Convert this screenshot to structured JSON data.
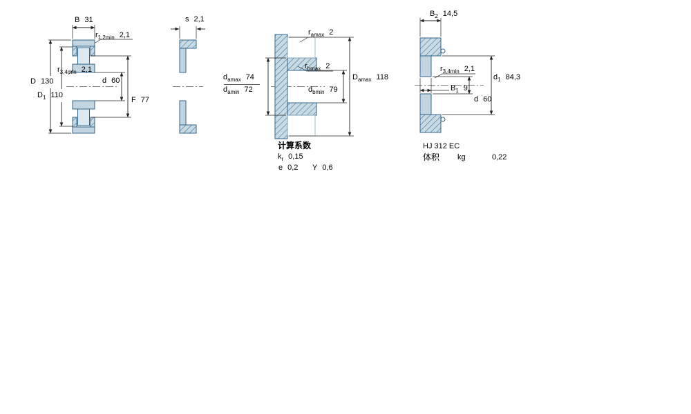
{
  "drawing": {
    "colors": {
      "ring_fill": "#c2d5e0",
      "ring_stroke": "#336488",
      "roller_fill": "#dde9f0",
      "dimension_line": "#222222",
      "background": "#ffffff"
    },
    "view1": {
      "B": {
        "sym": "B",
        "sub": "",
        "val": "31"
      },
      "r12": {
        "sym": "r",
        "sub": "1,2min",
        "val": "2,1"
      },
      "r34": {
        "sym": "r",
        "sub": "3,4min",
        "val": "2,1"
      },
      "D": {
        "sym": "D",
        "sub": "",
        "val": "130"
      },
      "D1": {
        "sym": "D",
        "sub": "1",
        "val": "110"
      },
      "d": {
        "sym": "d",
        "sub": "",
        "val": "60"
      },
      "F": {
        "sym": "F",
        "sub": "",
        "val": "77"
      }
    },
    "view2": {
      "s": {
        "sym": "s",
        "sub": "",
        "val": "2,1"
      }
    },
    "view3": {
      "ra": {
        "sym": "r",
        "sub": "amax",
        "val": "2"
      },
      "rb": {
        "sym": "r",
        "sub": "bmax",
        "val": "2"
      },
      "damax": {
        "sym": "d",
        "sub": "amax",
        "val": "74"
      },
      "damin": {
        "sym": "d",
        "sub": "amin",
        "val": "72"
      },
      "Damax": {
        "sym": "D",
        "sub": "amax",
        "val": "118"
      },
      "dbmin": {
        "sym": "d",
        "sub": "bmin",
        "val": "79"
      }
    },
    "view4": {
      "B2": {
        "sym": "B",
        "sub": "2",
        "val": "14,5"
      },
      "r34": {
        "sym": "r",
        "sub": "3,4min",
        "val": "2,1"
      },
      "B1": {
        "sym": "B",
        "sub": "1",
        "val": "9"
      },
      "d1": {
        "sym": "d",
        "sub": "1",
        "val": "84,3"
      },
      "d": {
        "sym": "d",
        "sub": "",
        "val": "60"
      }
    },
    "calc": {
      "heading": "计算系数",
      "kr": {
        "sym": "k",
        "sub": "r",
        "val": "0,15"
      },
      "e": {
        "sym": "e",
        "sub": "",
        "val": "0,2"
      },
      "y": {
        "sym": "Y",
        "sub": "",
        "val": "0,6"
      }
    },
    "product": {
      "designation": "HJ 312 EC",
      "volume_label": "体积",
      "unit": "kg",
      "value": "0,22"
    }
  }
}
